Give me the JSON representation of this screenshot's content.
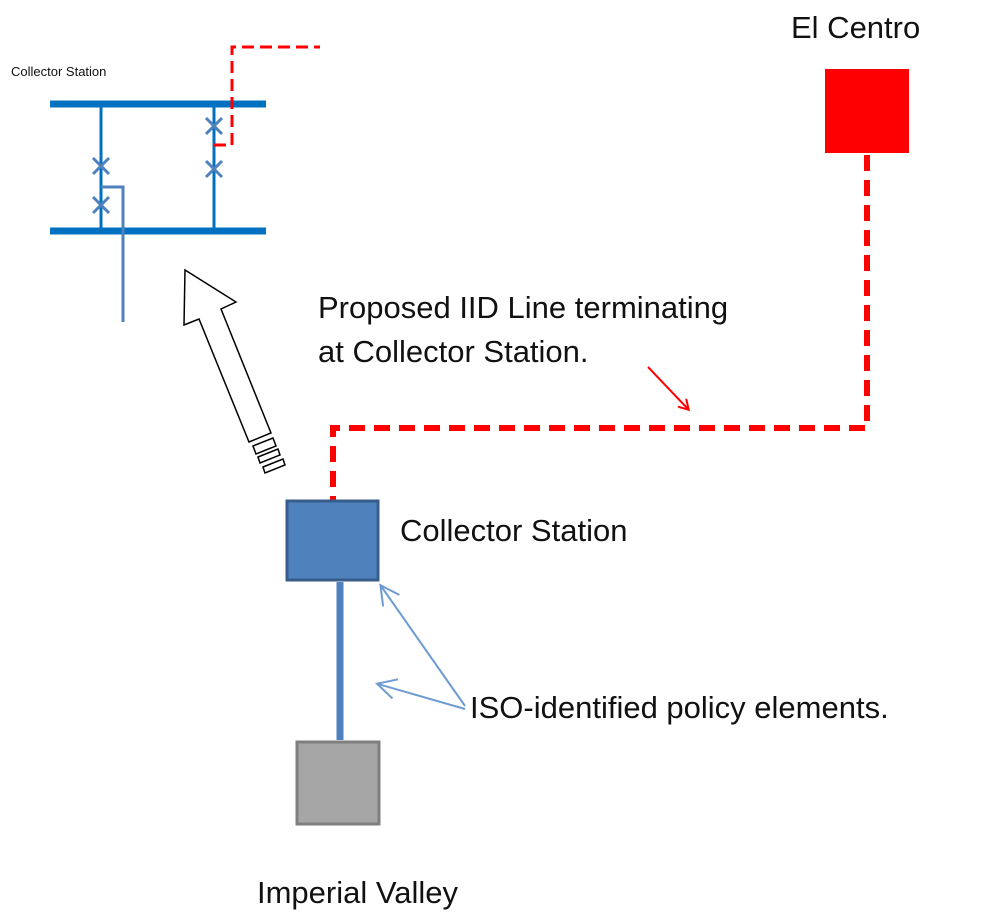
{
  "labels": {
    "el_centro": "El Centro",
    "collector_station": "Collector Station",
    "imperial_valley": "Imperial Valley",
    "inset_title": "Collector Station",
    "proposed_line_line1": "Proposed IID Line terminating",
    "proposed_line_line2": "at Collector Station.",
    "policy_elements": "ISO-identified policy elements."
  },
  "colors": {
    "el_centro_box": "#ff0000",
    "collector_box_fill": "#4f81bd",
    "collector_box_stroke": "#385d8a",
    "imperial_valley_box_fill": "#a6a6a6",
    "imperial_valley_box_stroke": "#7f7f7f",
    "proposed_line": "#ff0000",
    "policy_line": "#4f81bd",
    "inset_bus": "#0070c0",
    "inset_line": "#4f81bd",
    "callout_arrow": "#6d9bd2",
    "zoom_arrow_stroke": "#000000"
  }
}
